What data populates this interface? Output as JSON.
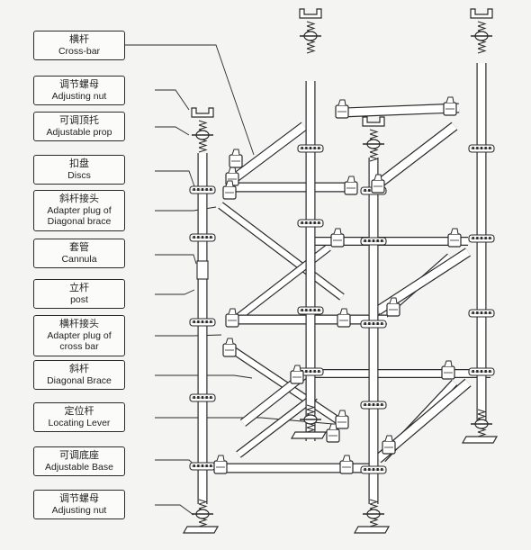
{
  "labels": [
    {
      "zh": "横杆",
      "en": "Cross-bar"
    },
    {
      "zh": "调节螺母",
      "en": "Adjusting nut"
    },
    {
      "zh": "可调顶托",
      "en": "Adjustable prop"
    },
    {
      "zh": "扣盘",
      "en": "Discs"
    },
    {
      "zh": "斜杆接头",
      "en": "Adapter plug of Diagonal brace"
    },
    {
      "zh": "套管",
      "en": "Cannula"
    },
    {
      "zh": "立杆",
      "en": "post"
    },
    {
      "zh": "横杆接头",
      "en": "Adapter plug of cross bar"
    },
    {
      "zh": "斜杆",
      "en": "Diagonal Brace"
    },
    {
      "zh": "定位杆",
      "en": "Locating Lever"
    },
    {
      "zh": "可调底座",
      "en": "Adjustable Base"
    },
    {
      "zh": "调节螺母",
      "en": "Adjusting nut"
    }
  ],
  "colors": {
    "line": "#2a2a2a",
    "tube_fill": "#ffffff",
    "background": "#f4f4f2"
  },
  "icons": [
    "jack-head-icon",
    "base-plate-icon",
    "disc-ring-icon",
    "coupler-icon"
  ]
}
